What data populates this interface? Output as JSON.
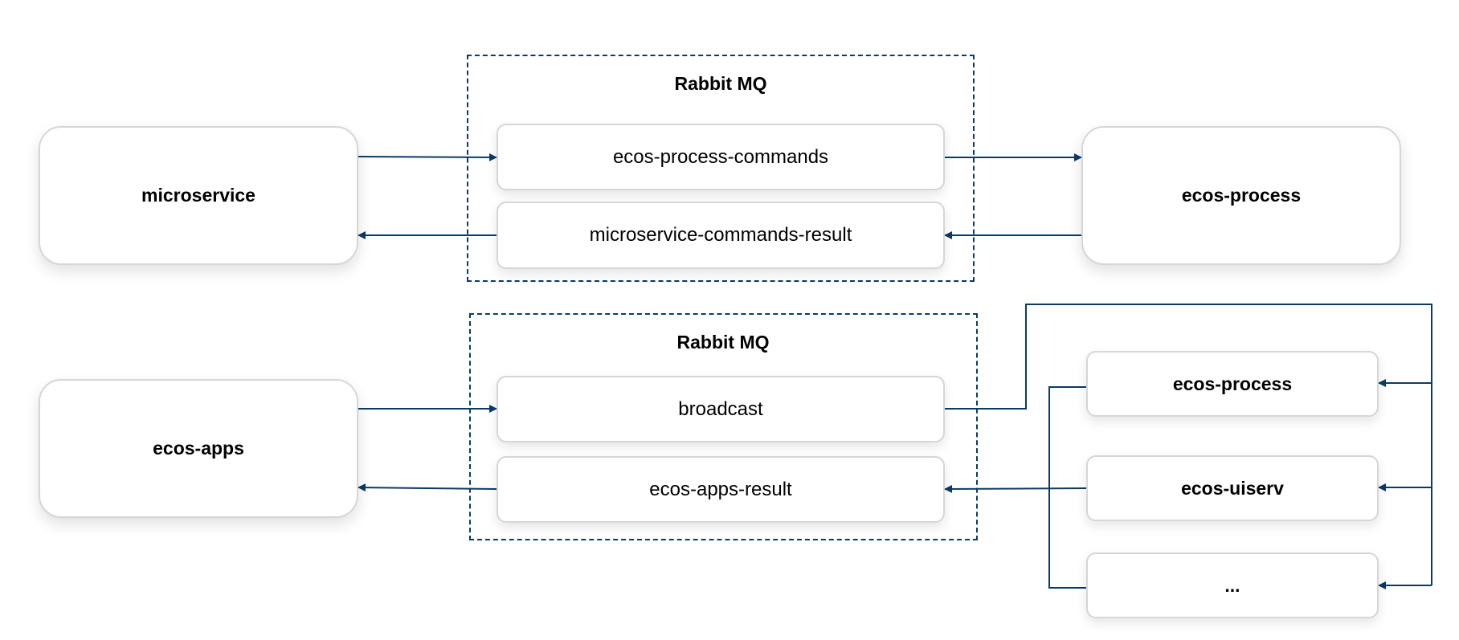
{
  "colors": {
    "connector": "#0c3a66",
    "box_border": "#d6d6d6",
    "group_border": "#0c3a66"
  },
  "top": {
    "client": "microservice",
    "broker_title": "Rabbit MQ",
    "queue_commands": "ecos-process-commands",
    "queue_result": "microservice-commands-result",
    "server": "ecos-process"
  },
  "bottom": {
    "client": "ecos-apps",
    "broker_title": "Rabbit MQ",
    "queue_broadcast": "broadcast",
    "queue_result": "ecos-apps-result",
    "services": [
      "ecos-process",
      "ecos-uiserv",
      "..."
    ]
  }
}
